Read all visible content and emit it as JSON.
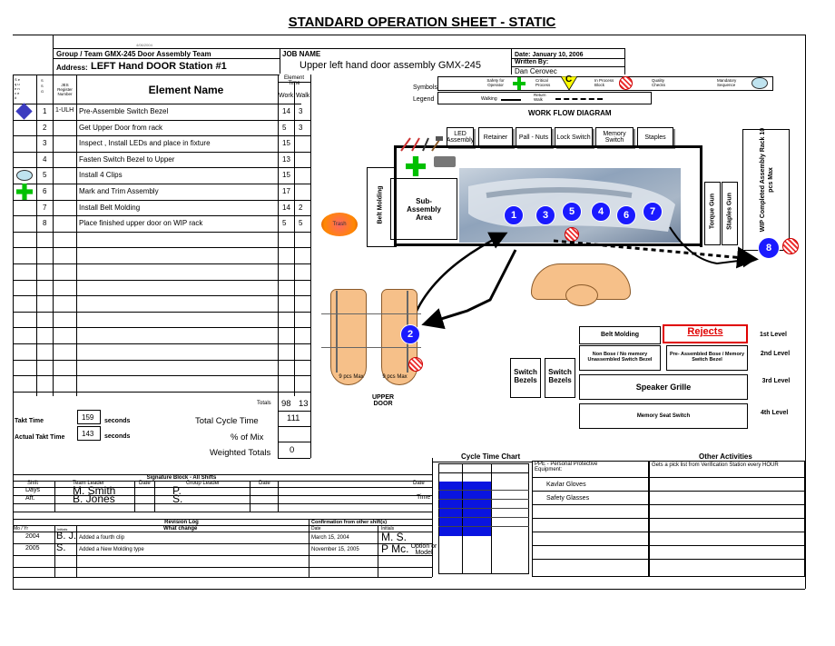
{
  "title": "STANDARD OPERATION SHEET - STATIC",
  "header": {
    "tiny_note": "4/06/2004",
    "group_team": "Group / Team GMX-245 Door Assembly Team",
    "address_label": "Address:",
    "address_value": "LEFT Hand DOOR Station #1",
    "job_name_label": "JOB NAME",
    "job_name_value": "Upper  left hand door assembly GMX-245",
    "date": "Date: January 10, 2006",
    "written_by_label": "Written By:",
    "written_by": "Dan Cerovec"
  },
  "table_head": {
    "col_seq": "S e q u e n c e #",
    "col_sg": "S S G",
    "col_jes": "JES Register Number",
    "col_element": "Element Name",
    "element_time": "Element Time",
    "work": "Work",
    "walk": "Walk"
  },
  "rows": [
    {
      "seq": "1",
      "jes": "1-ULH",
      "name": "Pre-Assemble Switch Bezel",
      "work": "14",
      "walk": "3",
      "symbol": "mandatory"
    },
    {
      "seq": "2",
      "jes": "",
      "name": "Get Upper Door from rack",
      "work": "5",
      "walk": "3",
      "symbol": ""
    },
    {
      "seq": "3",
      "jes": "",
      "name": "Inspect , Install LEDs and place in fixture",
      "work": "15",
      "walk": "",
      "symbol": ""
    },
    {
      "seq": "4",
      "jes": "",
      "name": "Fasten Switch Bezel to Upper",
      "work": "13",
      "walk": "",
      "symbol": ""
    },
    {
      "seq": "5",
      "jes": "",
      "name": "Install 4 Clips",
      "work": "15",
      "walk": "",
      "symbol": "mandatory-seq"
    },
    {
      "seq": "6",
      "jes": "",
      "name": "Mark and Trim Assembly",
      "work": "17",
      "walk": "",
      "symbol": "safety"
    },
    {
      "seq": "7",
      "jes": "",
      "name": "Install Belt Molding",
      "work": "14",
      "walk": "2",
      "symbol": ""
    },
    {
      "seq": "8",
      "jes": "",
      "name": "Place finished upper door on WIP rack",
      "work": "5",
      "walk": "5",
      "symbol": ""
    }
  ],
  "totals": {
    "totals_label": "Totals",
    "work_total": "98",
    "walk_total": "13",
    "takt_label": "Takt Time",
    "takt_value": "159",
    "seconds": "seconds",
    "actual_takt_label": "Actual Takt Time",
    "actual_takt_value": "143",
    "total_cycle_label": "Total Cycle Time",
    "total_cycle_value": "111",
    "mix_label": "% of Mix",
    "weighted_label": "Weighted Totals",
    "weighted_value": "0"
  },
  "symbols": {
    "symbols_label": "Symbols",
    "legend_label": "Legend",
    "safety": "Safety for Operator",
    "critical": "Critical Process",
    "critical_letter": "C",
    "in_process": "In Process Block",
    "quality": "Quality Checks",
    "mandatory": "Mandatory Sequence",
    "walking": "Walking",
    "return_walk": "Return Walk"
  },
  "diagram": {
    "title": "WORK FLOW DIAGRAM",
    "top_boxes": [
      "LED Assembly",
      "Retainer",
      "Pall - Nuts",
      "Lock Switch",
      "Memory Switch",
      "Staples"
    ],
    "belt_molding_vert": "Belt Molding",
    "sub_assembly": "Sub-Assembly Area",
    "trash": "Trash",
    "torque_gun": "Torque Gun",
    "staples_gun": "Staples Gun",
    "wip": "WIP Completed Assembly Rack 10 pcs Max",
    "steps_on_fixture": [
      "1",
      "3",
      "5",
      "4",
      "6",
      "7"
    ],
    "step_2": "2",
    "step_8": "8",
    "max_left": "9 pcs Max",
    "max_right": "9 pcs Max",
    "upper_door": "UPPER DOOR",
    "rack_belt": "Belt Molding",
    "rejects": "Rejects",
    "level1": "1st Level",
    "nonbose": "Non Bose / No memory Unassembled Switch Bezel",
    "preassembled": "Pre- Assembled Bose / Memory Switch Bezel",
    "level2": "2nd Level",
    "switch_bezels_1": "Switch Bezels",
    "switch_bezels_2": "Switch Bezels",
    "speaker_grille": "Speaker Grille",
    "level3": "3rd Level",
    "memory_seat": "Memory Seat Switch",
    "level4": "4th Level"
  },
  "cycle_chart": {
    "title": "Cycle Time Chart",
    "time_label": "Time",
    "option_label": "Option or Model"
  },
  "ppe": {
    "title": "PPE - Personal Protective Equipment:",
    "items": [
      "Kavlar Gloves",
      "Safety Glasses"
    ]
  },
  "other": {
    "title": "Other Activities",
    "first": "Gets a pick list from Verification Station every HOUR"
  },
  "signature": {
    "title": "Signature Block - All Shifts",
    "shift": "Shift",
    "team_leader": "Team Leader",
    "date": "Date",
    "group_leader": "Group Leader",
    "date2": "Date",
    "date3": "Date",
    "rows": [
      {
        "shift": "Days",
        "tl": "M. Smith",
        "gl": "P."
      },
      {
        "shift": "Aft.",
        "tl": "B. Jones",
        "gl": "S."
      }
    ]
  },
  "revision": {
    "title": "Revision Log",
    "moyr": "Mo / Yr",
    "initials": "Initials",
    "what": "What change",
    "rows": [
      {
        "yr": "2004",
        "ini": "B. J.",
        "what": "Added a fourth clip"
      },
      {
        "yr": "2005",
        "ini": "S.",
        "what": "Added a New Molding type"
      }
    ]
  },
  "confirmation": {
    "title": "Confirmation from other shift(s)",
    "date": "Date",
    "initials": "Initials",
    "rows": [
      {
        "date": "March 15, 2004",
        "ini": "M. S."
      },
      {
        "date": "November 15, 2005",
        "ini": "P Mc."
      }
    ]
  },
  "colors": {
    "blue_step": "#1a1aff",
    "safety_green": "#00c000",
    "critical_yellow": "#ffff00",
    "reject_red": "#e00000",
    "mandatory_fill": "#bfe3ef"
  }
}
